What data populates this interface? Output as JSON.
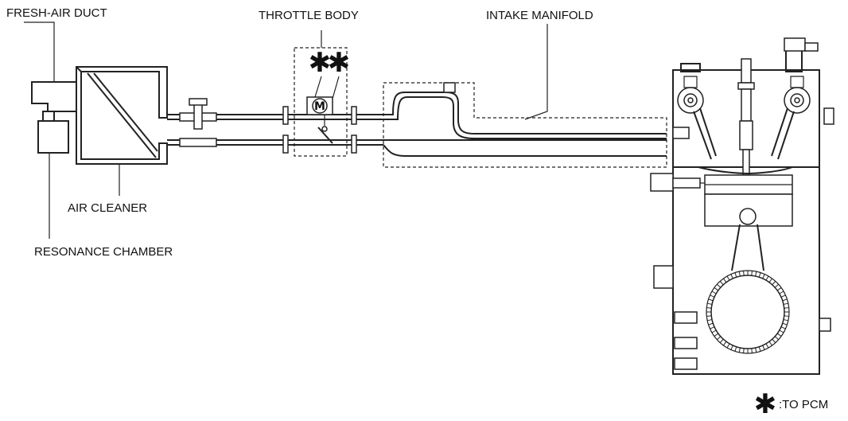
{
  "labels": {
    "fresh_air_duct": "FRESH-AIR DUCT",
    "throttle_body": "THROTTLE BODY",
    "intake_manifold": "INTAKE MANIFOLD",
    "air_cleaner": "AIR CLEANER",
    "resonance_chamber": "RESONANCE CHAMBER"
  },
  "markers": {
    "pcm_asterisk": "✱",
    "motor_symbol": "M"
  },
  "legend": {
    "symbol": "✱",
    "text": ":TO PCM"
  }
}
